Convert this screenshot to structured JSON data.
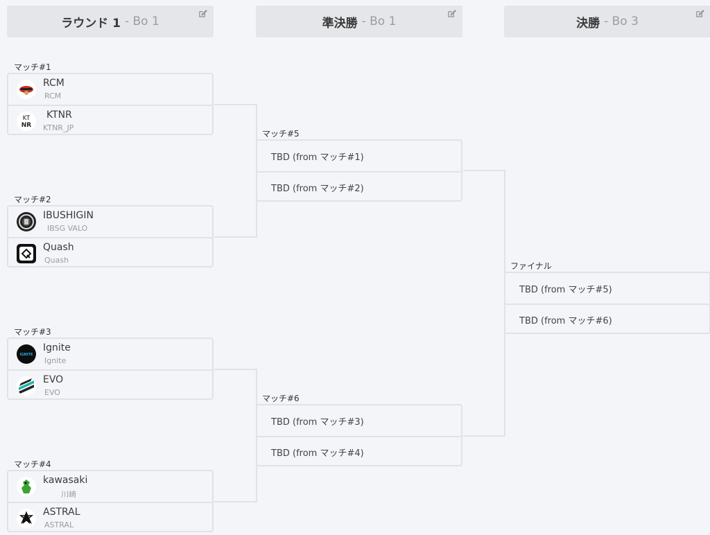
{
  "rounds": [
    {
      "name": "ラウンド 1",
      "bo": "- Bo 1"
    },
    {
      "name": "準決勝",
      "bo": "- Bo 1"
    },
    {
      "name": "決勝",
      "bo": "- Bo 3"
    }
  ],
  "round1": [
    {
      "label": "マッチ#1",
      "teams": [
        {
          "name": "RCM",
          "sub": "RCM",
          "logo": "rcm-logo-icon"
        },
        {
          "name": "KTNR",
          "sub": "KTNR_JP",
          "logo": "ktnr-logo-icon",
          "logo_text1": "KT",
          "logo_text2": "NR"
        }
      ]
    },
    {
      "label": "マッチ#2",
      "teams": [
        {
          "name": "IBUSHIGIN",
          "sub": "IBSG VALO",
          "logo": "ibushigin-logo-icon"
        },
        {
          "name": "Quash",
          "sub": "Quash",
          "logo": "quash-logo-icon"
        }
      ]
    },
    {
      "label": "マッチ#3",
      "teams": [
        {
          "name": "Ignite",
          "sub": "Ignite",
          "logo": "ignite-logo-icon",
          "logo_text": "IGNITE"
        },
        {
          "name": "EVO",
          "sub": "EVO",
          "logo": "evo-logo-icon"
        }
      ]
    },
    {
      "label": "マッチ#4",
      "teams": [
        {
          "name": "kawasaki",
          "sub": "川崎",
          "logo": "kawasaki-logo-icon"
        },
        {
          "name": "ASTRAL",
          "sub": "ASTRAL",
          "logo": "astral-logo-icon"
        }
      ]
    }
  ],
  "semis": [
    {
      "label": "マッチ#5",
      "slots": [
        "TBD (from マッチ#1)",
        "TBD (from マッチ#2)"
      ]
    },
    {
      "label": "マッチ#6",
      "slots": [
        "TBD (from マッチ#3)",
        "TBD (from マッチ#4)"
      ]
    }
  ],
  "final": {
    "label": "ファイナル",
    "slots": [
      "TBD (from マッチ#5)",
      "TBD (from マッチ#6)"
    ]
  },
  "colors": {
    "background": "#f4f5f8",
    "header": "#e5e6ea",
    "border": "#e1e2e6",
    "muted": "#9a9ca3"
  }
}
